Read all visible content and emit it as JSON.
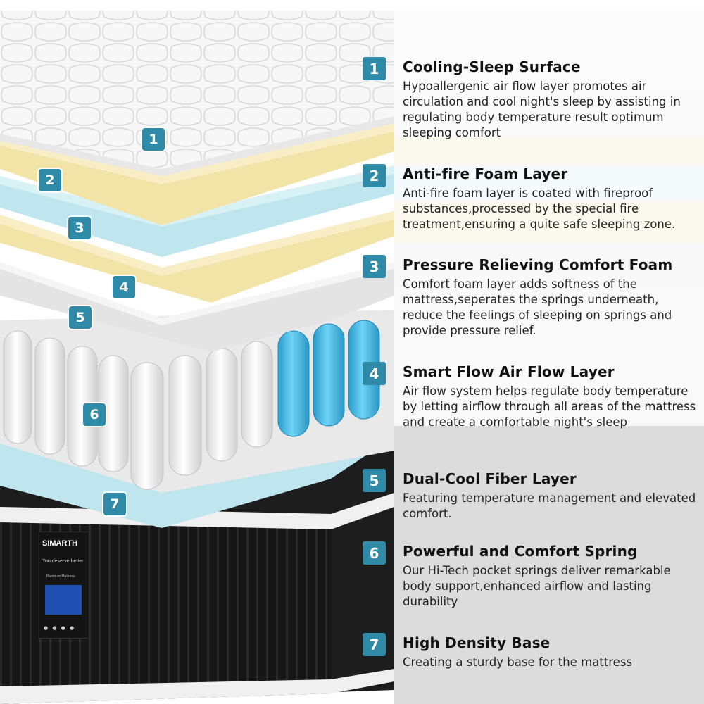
{
  "product": {
    "brand": "SIMARTH",
    "tagline": "You deserve better",
    "subtitle": "Premium Mattress"
  },
  "colors": {
    "badge": "#2e8aa6",
    "foam_yellow": "#f2e3a6",
    "foam_blue": "#bfe6ee",
    "fiber_gray": "#e6e6e6",
    "spring_blue": "#3cb7e0",
    "base_black": "#1a1a1a"
  },
  "layer_badges": [
    "1",
    "2",
    "3",
    "4",
    "5",
    "6",
    "7"
  ],
  "features": [
    {
      "num": "1",
      "title": "Cooling-Sleep Surface",
      "desc": "Hypoallergenic air flow layer promotes air circulation and cool night's sleep by assisting in regulating body temperature result optimum sleeping comfort"
    },
    {
      "num": "2",
      "title": "Anti-fire Foam Layer",
      "desc": "Anti-fire foam layer is coated with fireproof substances,processed by the special fire treatment,ensuring a quite safe sleeping zone."
    },
    {
      "num": "3",
      "title": "Pressure Relieving Comfort Foam",
      "desc": "Comfort foam layer adds softness of the mattress,seperates the springs underneath, reduce the feelings of sleeping on springs and provide pressure relief."
    },
    {
      "num": "4",
      "title": "Smart Flow Air Flow Layer",
      "desc": "Air flow system helps regulate body temperature by letting airflow through all areas of the mattress and create a comfortable night's sleep"
    },
    {
      "num": "5",
      "title": "Dual-Cool Fiber Layer",
      "desc": "Featuring temperature management and elevated comfort."
    },
    {
      "num": "6",
      "title": "Powerful and Comfort Spring",
      "desc": "Our Hi-Tech pocket springs deliver remarkable body support,enhanced airflow and lasting durability"
    },
    {
      "num": "7",
      "title": "High Density Base",
      "desc": "Creating a sturdy base for the mattress"
    }
  ]
}
